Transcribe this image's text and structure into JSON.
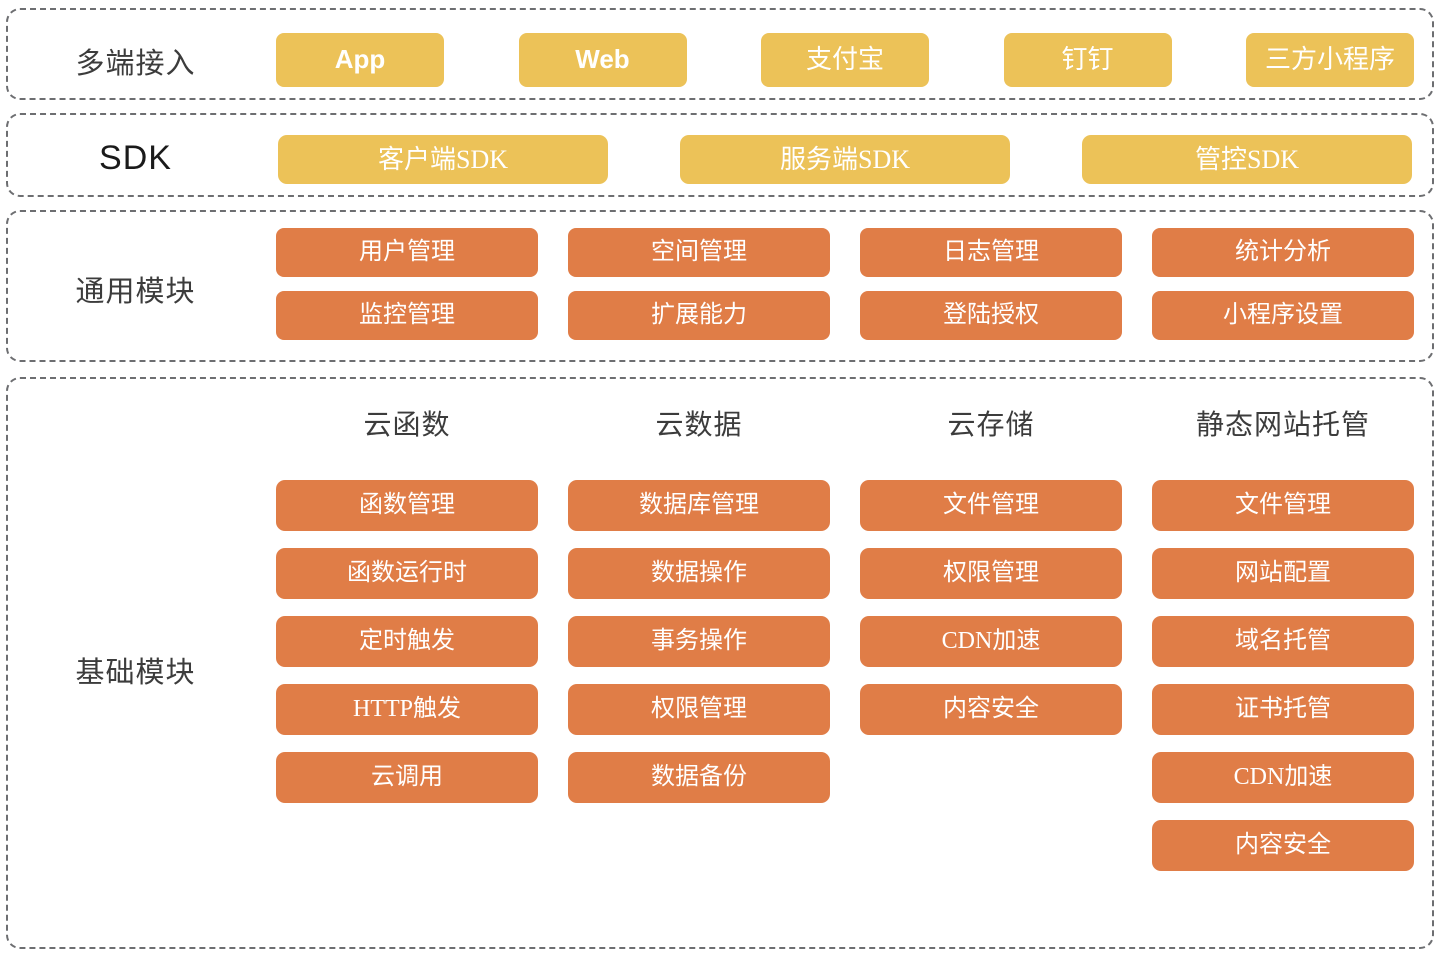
{
  "colors": {
    "yellow": "#ecc258",
    "orange": "#e07d47",
    "border": "#6d6e71",
    "label_text": "#3c3c3c",
    "pill_text": "#ffffff",
    "background": "#ffffff"
  },
  "sections": {
    "access": {
      "label": "多端接入",
      "items": [
        {
          "label": "App",
          "latin": true
        },
        {
          "label": "Web",
          "latin": true
        },
        {
          "label": "支付宝",
          "latin": false
        },
        {
          "label": "钉钉",
          "latin": false
        },
        {
          "label": "三方小程序",
          "latin": false
        }
      ]
    },
    "sdk": {
      "label": "SDK",
      "items": [
        {
          "label": "客户端SDK"
        },
        {
          "label": "服务端SDK"
        },
        {
          "label": "管控SDK"
        }
      ]
    },
    "common": {
      "label": "通用模块",
      "items": [
        {
          "label": "用户管理"
        },
        {
          "label": "空间管理"
        },
        {
          "label": "日志管理"
        },
        {
          "label": "统计分析"
        },
        {
          "label": "监控管理"
        },
        {
          "label": "扩展能力"
        },
        {
          "label": "登陆授权"
        },
        {
          "label": "小程序设置"
        }
      ]
    },
    "base": {
      "label": "基础模块",
      "columns": [
        {
          "title": "云函数",
          "items": [
            {
              "label": "函数管理"
            },
            {
              "label": "函数运行时"
            },
            {
              "label": "定时触发"
            },
            {
              "label": "HTTP触发"
            },
            {
              "label": "云调用"
            }
          ]
        },
        {
          "title": "云数据",
          "items": [
            {
              "label": "数据库管理"
            },
            {
              "label": "数据操作"
            },
            {
              "label": "事务操作"
            },
            {
              "label": "权限管理"
            },
            {
              "label": "数据备份"
            }
          ]
        },
        {
          "title": "云存储",
          "items": [
            {
              "label": "文件管理"
            },
            {
              "label": "权限管理"
            },
            {
              "label": "CDN加速"
            },
            {
              "label": "内容安全"
            }
          ]
        },
        {
          "title": "静态网站托管",
          "items": [
            {
              "label": "文件管理"
            },
            {
              "label": "网站配置"
            },
            {
              "label": "域名托管"
            },
            {
              "label": "证书托管"
            },
            {
              "label": "CDN加速"
            },
            {
              "label": "内容安全"
            }
          ]
        }
      ]
    }
  }
}
